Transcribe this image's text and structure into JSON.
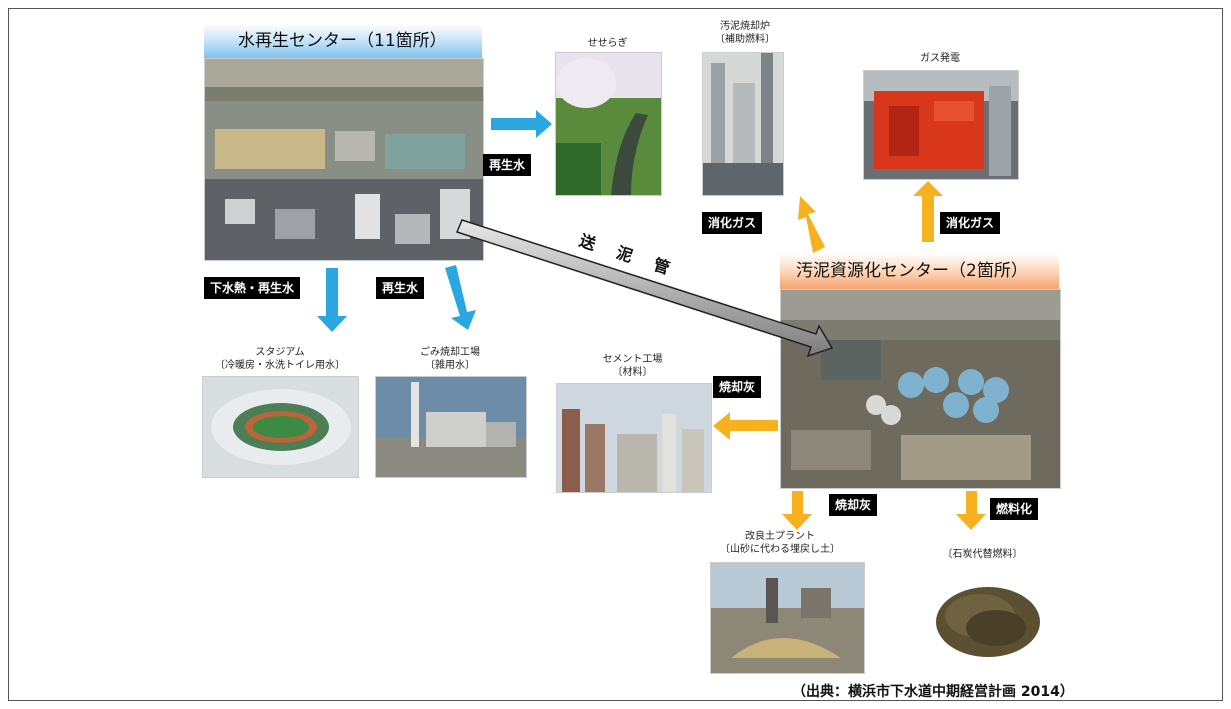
{
  "water_center": {
    "title": "水再生センター（11箇所）"
  },
  "sludge_center": {
    "title": "汚泥資源化センター（2箇所）"
  },
  "pipe_label": {
    "c1": "送",
    "c2": "泥",
    "c3": "管"
  },
  "labels": {
    "reclaimed_water_1": "再生水",
    "sewage_heat": "下水熱・再生水",
    "reclaimed_water_2": "再生水",
    "digestion_gas_1": "消化ガス",
    "digestion_gas_2": "消化ガス",
    "ash_cement": "焼却灰",
    "ash_soil": "焼却灰",
    "fuel": "燃料化"
  },
  "destinations": {
    "stream": {
      "line1": "せせらぎ"
    },
    "incinerator": {
      "line1": "汚泥焼却炉",
      "line2": "〔補助燃料〕"
    },
    "gas_power": {
      "line1": "ガス発電"
    },
    "stadium": {
      "line1": "スタジアム",
      "line2": "〔冷暖房・水洗トイレ用水〕"
    },
    "waste_plant": {
      "line1": "ごみ焼却工場",
      "line2": "〔雑用水〕"
    },
    "cement": {
      "line1": "セメント工場",
      "line2": "〔材料〕"
    },
    "soil_plant": {
      "line1": "改良土プラント",
      "line2": "〔山砂に代わる埋戻し土〕"
    },
    "coal": {
      "line1": "〔石炭代替燃料〕"
    }
  },
  "credit": "（出典：横浜市下水道中期経営計画 2014）",
  "colors": {
    "blue_arrow": "#2aa7e2",
    "orange_arrow": "#f7b11e",
    "pipe": "#9a9a9a"
  }
}
